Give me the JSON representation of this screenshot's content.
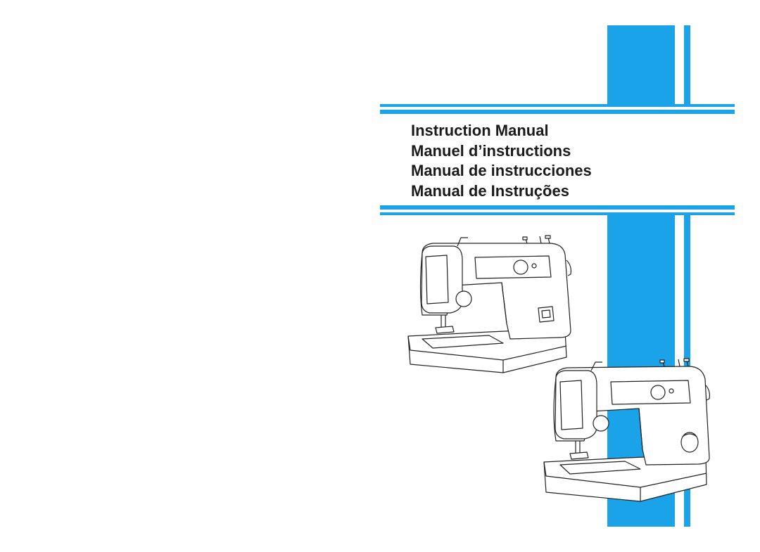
{
  "cover": {
    "titles": [
      "Instruction Manual",
      "Manuel d’instructions",
      "Manual de instrucciones",
      "Manual de Instruções"
    ],
    "accent_color": "#1aa3e8",
    "text_color": "#1a1a1a"
  }
}
